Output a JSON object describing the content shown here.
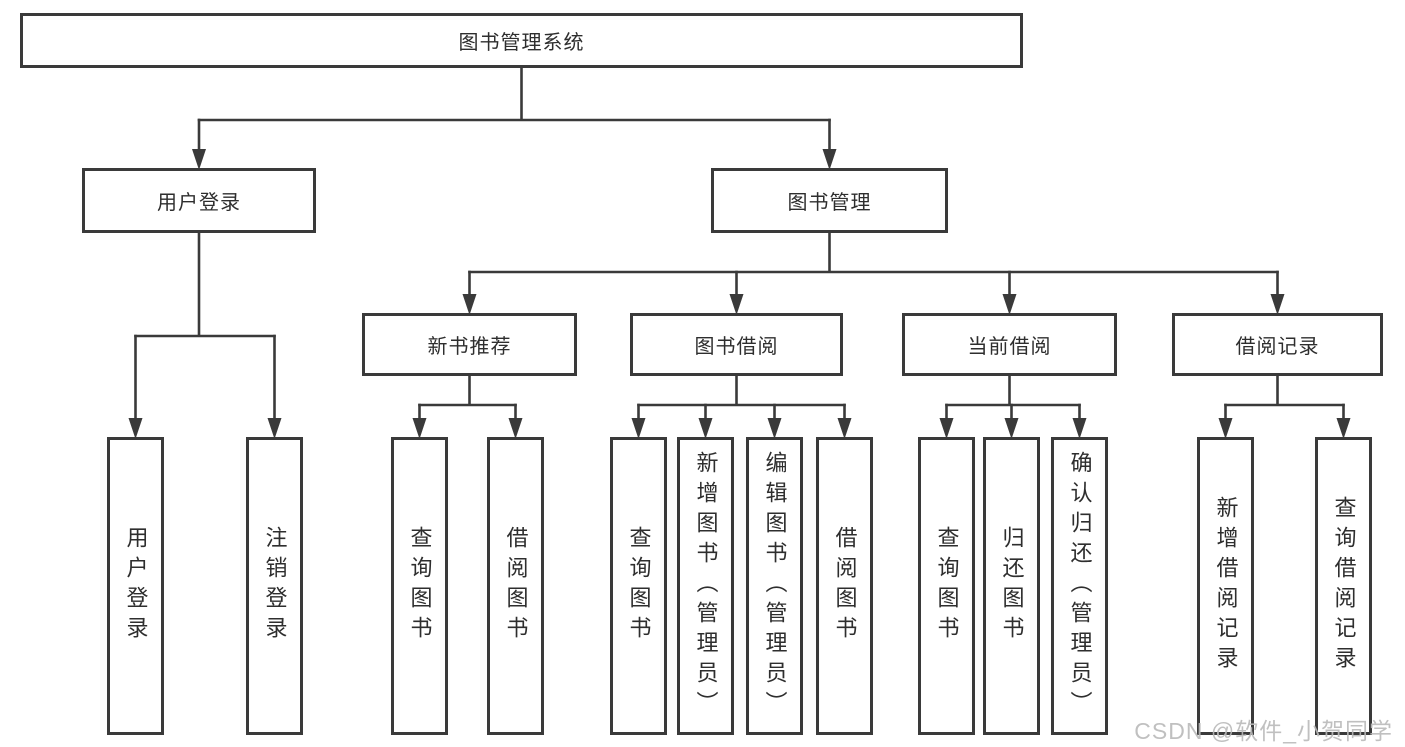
{
  "tree": {
    "label": "图书管理系统",
    "children": [
      {
        "label": "用户登录",
        "children": [
          {
            "label": "用户登录"
          },
          {
            "label": "注销登录"
          }
        ]
      },
      {
        "label": "图书管理",
        "children": [
          {
            "label": "新书推荐",
            "children": [
              {
                "label": "查询图书"
              },
              {
                "label": "借阅图书"
              }
            ]
          },
          {
            "label": "图书借阅",
            "children": [
              {
                "label": "查询图书"
              },
              {
                "label": "新增图书（管理员）"
              },
              {
                "label": "编辑图书（管理员）"
              },
              {
                "label": "借阅图书"
              }
            ]
          },
          {
            "label": "当前借阅",
            "children": [
              {
                "label": "查询图书"
              },
              {
                "label": "归还图书"
              },
              {
                "label": "确认归还（管理员）"
              }
            ]
          },
          {
            "label": "借阅记录",
            "children": [
              {
                "label": "新增借阅记录"
              },
              {
                "label": "查询借阅记录"
              }
            ]
          }
        ]
      }
    ]
  },
  "watermark": {
    "text": "CSDN @软件_小贺同学"
  },
  "colors": {
    "line": "#3a3a3a",
    "box_border": "#3a3a3a",
    "box_fill": "#ffffff",
    "text": "#2e2e2e",
    "watermark": "#b9b9b9"
  }
}
